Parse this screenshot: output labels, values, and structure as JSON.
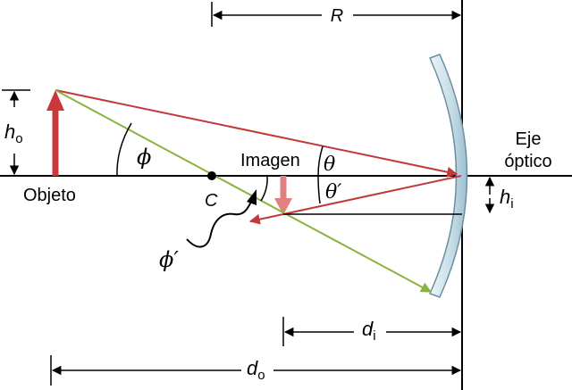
{
  "labels": {
    "radius": "R",
    "object": "Objeto",
    "image": "Imagen",
    "center": "C",
    "axis_line1": "Eje",
    "axis_line2": "óptico",
    "phi": "ϕ",
    "phi_prime": "ϕ′",
    "theta": "θ",
    "theta_prime": "θ′",
    "ho_main": "h",
    "ho_sub": "o",
    "hi_main": "h",
    "hi_sub": "i",
    "di_main": "d",
    "di_sub": "i",
    "do_main": "d",
    "do_sub": "o"
  },
  "colors": {
    "object_arrow": "#c8383c",
    "image_arrow": "#e08080",
    "incident_rays": "#c0393b",
    "central_ray": "#8ab33f",
    "mirror_fill": "#c5dbe6",
    "mirror_edge": "#6a8fa3",
    "lines": "#000000"
  }
}
